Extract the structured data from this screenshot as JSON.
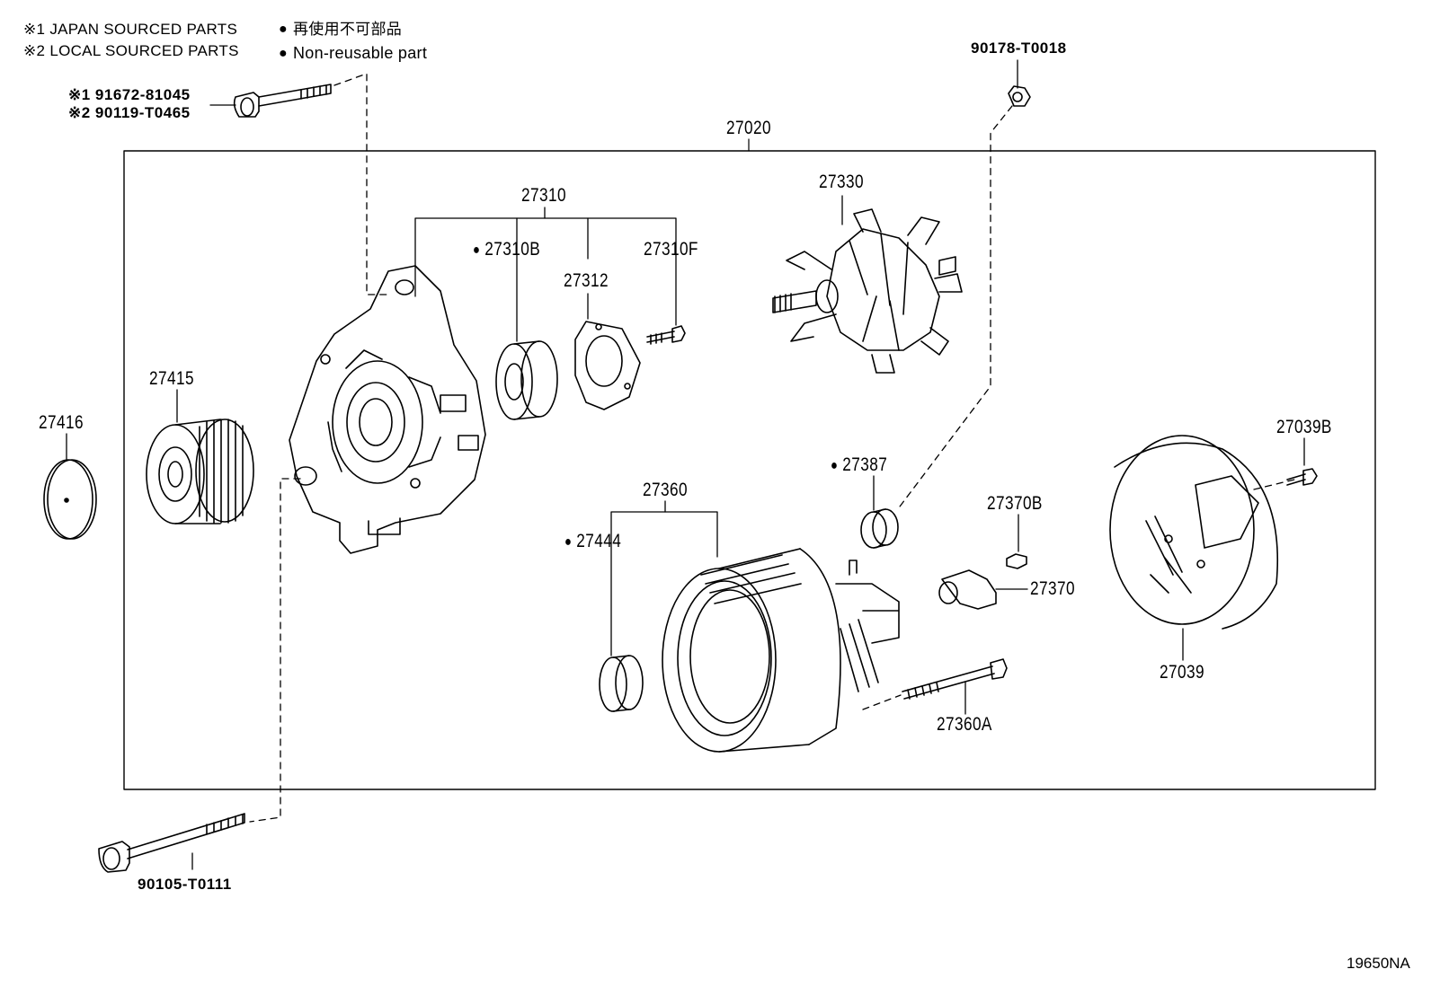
{
  "legend": {
    "japan": "※1 JAPAN SOURCED PARTS",
    "local": "※2 LOCAL SOURCED PARTS",
    "nonreusable_jp": "再使用不可部品",
    "nonreusable_en": "Non-reusable part"
  },
  "parts": {
    "bolt_top_jp": "※1  91672-81045",
    "bolt_top_local": "※2  90119-T0465",
    "nut_top": "90178-T0018",
    "assembly": "27020",
    "frame": "27310",
    "bearing": "27310B",
    "retainer": "27312",
    "screw_f": "27310F",
    "rotor": "27330",
    "pulley": "27415",
    "cap": "27416",
    "insulator": "27387",
    "stator_frame": "27360",
    "collar": "27444",
    "terminal_screw": "27370B",
    "terminal": "27370",
    "bolt_through": "27360A",
    "rear_cover_screw": "27039B",
    "rear_cover": "27039",
    "bolt_bottom": "90105-T0111"
  },
  "diagram_code": "19650NA"
}
